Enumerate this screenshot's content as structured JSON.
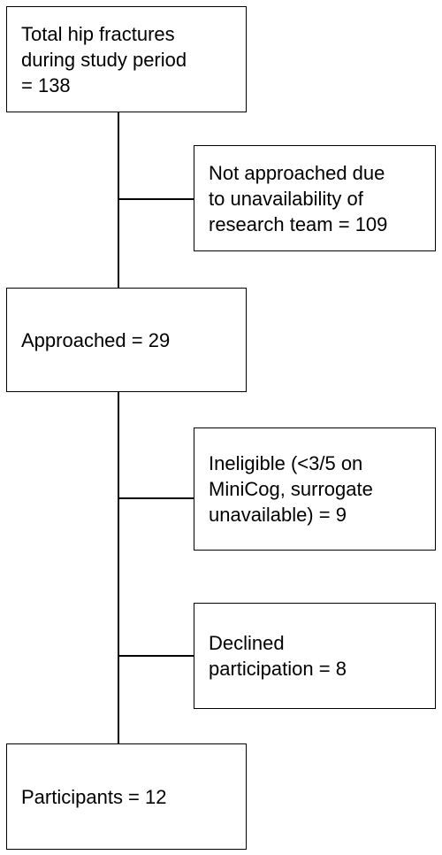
{
  "flowchart": {
    "total": {
      "text": "Total hip fractures\nduring study period\n= 138"
    },
    "not_approached": {
      "text": "Not approached due\nto unavailability of\nresearch team = 109"
    },
    "approached": {
      "text": "Approached = 29"
    },
    "ineligible": {
      "text": "Ineligible (<3/5 on\nMiniCog, surrogate\nunavailable) = 9"
    },
    "declined": {
      "text": "Declined\nparticipation = 8"
    },
    "participants": {
      "text": "Participants = 12"
    }
  }
}
